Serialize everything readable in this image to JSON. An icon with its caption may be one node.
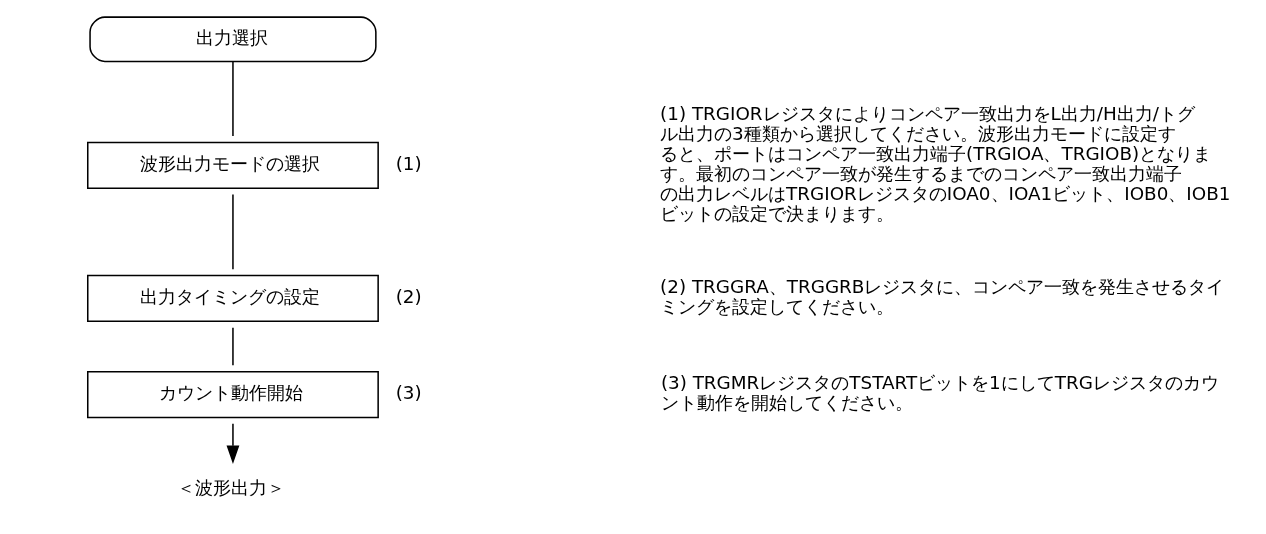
{
  "diagram": {
    "nodes": [
      {
        "text": [
          "出力選択"
        ]
      },
      {
        "text": [
          "波形出力モードの選択"
        ],
        "beside": [
          "(1)"
        ]
      },
      {
        "text": [
          "出力タイミングの設定"
        ],
        "beside": [
          "(2)"
        ]
      },
      {
        "text": [
          "カウント動作開始"
        ],
        "beside": [
          "(3)"
        ]
      },
      {
        "text": [
          "＜波形出力＞"
        ]
      }
    ],
    "edges": [
      {
        "from": 0,
        "to": 1,
        "arrow": "none"
      },
      {
        "from": 1,
        "to": 2,
        "arrow": "none"
      },
      {
        "from": 2,
        "to": 3,
        "arrow": "none"
      },
      {
        "from": 3,
        "to": 4,
        "arrow": "to"
      }
    ],
    "labels": [
      "(1) TRGIORレジスタによりコンペア一致出力をL出力/H出力/トグル出力の3種類から選択してください。波形出力モードに設定すると、ポートはコンペア一致出力端子(TRGIOA、TRGIOB)となります。最初のコンペア一致が発生するまでのコンペア一致出力端子の出力レベルはTRGIORレジスタのIOA0、IOA1ビット、IOB0、IOB1ビットの設定で決まります。",
      "(2) TRGGRA、TRGGRBレジスタに、コンペア一致を発生させるタイミングを設定してください。",
      "(3) TRGMRレジスタのTSTARTビットを1にしてTRGレジスタのカウント動作を開始してください。"
    ]
  }
}
